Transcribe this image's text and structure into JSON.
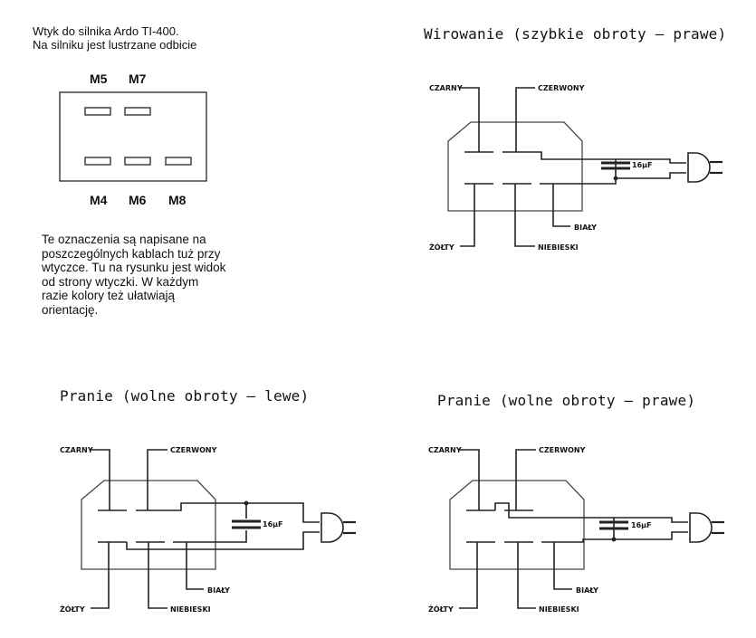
{
  "intro": {
    "line1": "Wtyk do silnika Ardo TI-400.",
    "line2": "Na silniku jest lustrzane odbicie"
  },
  "connector": {
    "top_labels": [
      "M5",
      "M7"
    ],
    "bottom_labels": [
      "M4",
      "M6",
      "M8"
    ]
  },
  "note": {
    "lines": [
      "Te oznaczenia są napisane na",
      "poszczególnych kablach tuż przy",
      "wtyczce. Tu na rysunku jest widok",
      "od strony wtyczki. W każdym",
      "razie kolory też ułatwiają",
      "orientację."
    ]
  },
  "wire_labels": {
    "black": "CZARNY",
    "red": "CZERWONY",
    "white": "BIAŁY",
    "yellow": "ŻÓŁTY",
    "blue": "NIEBIESKI"
  },
  "capacitor_label": "16µF",
  "diagrams": [
    {
      "id": "spin-right",
      "title": "Wirowanie (szybkie obroty – prawe)"
    },
    {
      "id": "wash-left",
      "title": "Pranie (wolne obroty – lewe)"
    },
    {
      "id": "wash-right",
      "title": "Pranie (wolne obroty – prawe)"
    }
  ]
}
